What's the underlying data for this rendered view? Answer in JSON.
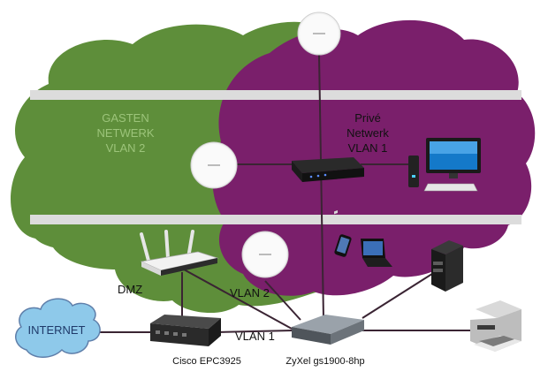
{
  "zones": {
    "guest": {
      "line1": "GASTEN",
      "line2": "NETWERK",
      "line3": "VLAN 2",
      "color": "#5e8e3a"
    },
    "private": {
      "line1": "Privé",
      "line2": "Netwerk",
      "line3": "VLAN 1",
      "color": "#7a1f6b"
    }
  },
  "links": {
    "vlan2": "VLAN 2",
    "vlan1": "VLAN 1"
  },
  "devices": {
    "router": "DMZ",
    "modem": "Cisco EPC3925",
    "switch": "ZyXel gs1900-8hp",
    "internet": "INTERNET"
  },
  "colors": {
    "floor": "#dcdcdc",
    "cloud_internet": "#8ec9ea",
    "cable": "#3a2433"
  }
}
